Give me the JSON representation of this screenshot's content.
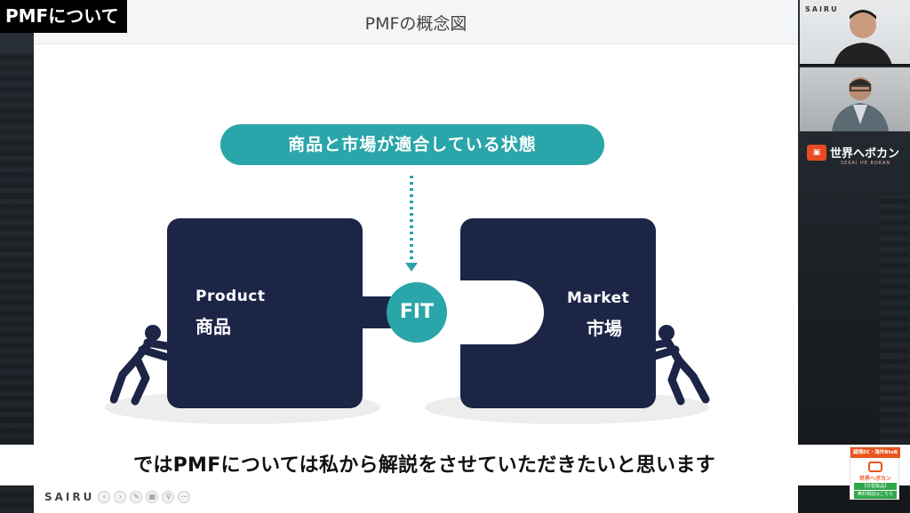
{
  "title_badge": "PMFについて",
  "slide": {
    "title": "PMFの概念図",
    "pill_text": "商品と市場が適合している状態",
    "left_tile": {
      "en": "Product",
      "jp": "商品"
    },
    "right_tile": {
      "en": "Market",
      "jp": "市場"
    },
    "fit_label": "FIT",
    "footer_logo": "SAIRU"
  },
  "caption": "ではPMFについては私から解説をさせていただきたいと思います",
  "sidebar": {
    "video1_label": "SAIRU",
    "brand_name": "世界へボカン",
    "brand_sub": "SEKAI HE BOKAN",
    "ad_top": "越境EC・海外BtoB",
    "ad_name": "世界へボカン",
    "ad_btn1": "【日替製品】",
    "ad_btn2": "無料相談はこちら"
  },
  "colors": {
    "navy": "#1c2546",
    "teal": "#2aa5a9",
    "brand_orange": "#e84b24"
  }
}
